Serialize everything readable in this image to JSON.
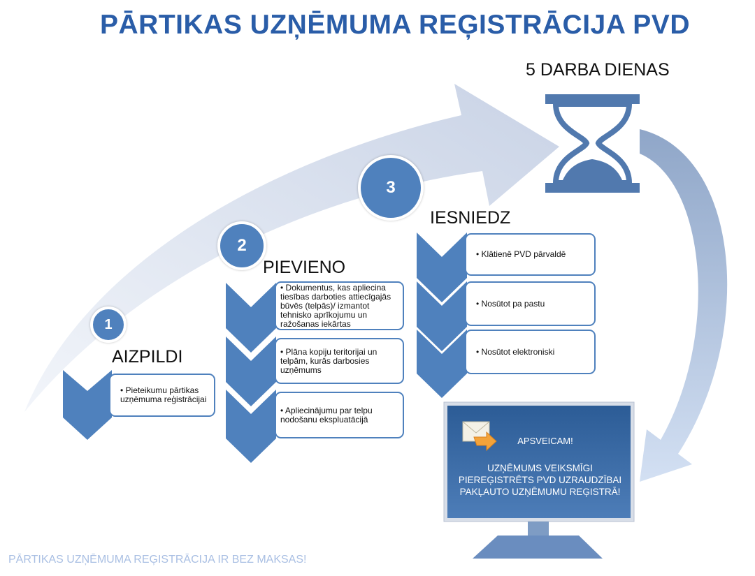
{
  "title": "PĀRTIKAS UZŅĒMUMA REĢISTRĀCIJA PVD",
  "duration": "5 DARBA DIENAS",
  "steps": [
    {
      "number": "1",
      "label": "AIZPILDI",
      "items": [
        "Pieteikumu pārtikas uzņēmuma reģistrācijai"
      ]
    },
    {
      "number": "2",
      "label": "PIEVIENO",
      "items": [
        "Dokumentus, kas apliecina tiesības darboties attiecīgajās būvēs (telpās)/ izmantot tehnisko aprīkojumu un ražošanas iekārtas",
        "Plāna kopiju teritorijai un telpām, kurās darbosies uzņēmums",
        "Apliecinājumu par telpu nodošanu ekspluatācijā"
      ]
    },
    {
      "number": "3",
      "label": "IESNIEDZ",
      "items": [
        "Klātienē PVD pārvaldē",
        "Nosūtot pa pastu",
        "Nosūtot elektroniski"
      ]
    }
  ],
  "monitor": {
    "heading": "APSVEICAM!",
    "message": "UZŅĒMUMS VEIKSMĪGI PIEREĢISTRĒTS PVD UZRAUDZĪBAI PAKĻAUTO UZŅĒMUMU REĢISTRĀ!"
  },
  "footer": "PĀRTIKAS UZŅĒMUMA REĢISTRĀCIJA IR BEZ MAKSAS!",
  "colors": {
    "title": "#2A5DA8",
    "accent": "#4F81BD",
    "arrow": "#D3DBEA",
    "footer": "#A9BFE3"
  }
}
